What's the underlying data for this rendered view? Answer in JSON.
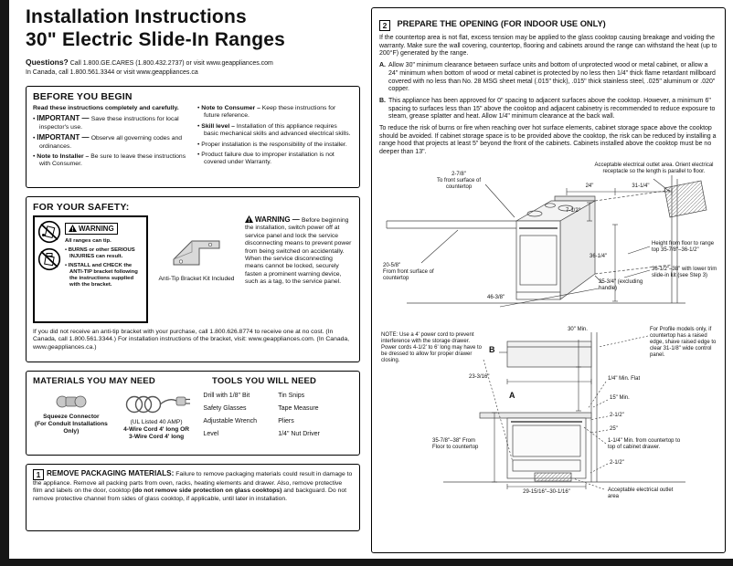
{
  "header": {
    "title_line1": "Installation Instructions",
    "title_line2": "30\" Electric Slide-In Ranges",
    "questions_lead": "Questions?",
    "questions_rest": " Call 1.800.GE.CARES (1.800.432.2737) or visit www.geappliances.com",
    "questions_canada": "In Canada, call 1.800.561.3344 or visit www.geappliances.ca"
  },
  "before_you_begin": {
    "title": "BEFORE YOU BEGIN",
    "intro": "Read these instructions completely and carefully.",
    "left_items": [
      {
        "lead": "IMPORTANT — ",
        "text": "Save these instructions for local inspector's use."
      },
      {
        "lead": "IMPORTANT — ",
        "text": "Observe all governing codes and ordinances."
      },
      {
        "lead": "Note to Installer – ",
        "text": "Be sure to leave these instructions with Consumer."
      }
    ],
    "right_items": [
      {
        "lead": "Note to Consumer – ",
        "text": "Keep these instructions for future reference."
      },
      {
        "lead": "Skill level – ",
        "text": "Installation of this appliance requires basic mechanical skills and advanced electrical skills."
      },
      {
        "lead": "",
        "text": "Proper installation is the responsibility of the installer."
      },
      {
        "lead": "",
        "text": "Product failure due to improper installation is not covered under Warranty."
      }
    ]
  },
  "safety": {
    "title": "FOR YOUR SAFETY:",
    "warning_label": "WARNING",
    "warn_lines": [
      "All ranges can tip.",
      "BURNS or other SERIOUS INJURIES can result.",
      "INSTALL and CHECK the ANTI-TIP bracket following the instructions supplied with the bracket."
    ],
    "bracket_caption": "Anti-Tip Bracket Kit Included",
    "warning2_label": "WARNING — ",
    "warning2_text": "Before beginning the installation, switch power off at service panel and lock the service disconnecting means to prevent power from being switched on accidentally. When the service disconnecting means cannot be locked, securely fasten a prominent warning device, such as a tag, to the service panel.",
    "footer": "If you did not receive an anti-tip bracket with your purchase, call 1.800.626.8774 to receive one at no cost. (In Canada, call 1.800.561.3344.) For installation instructions of the bracket, visit: www.geappliances.com. (In Canada, www.geappliances.ca.)"
  },
  "materials": {
    "title_materials": "MATERIALS YOU MAY NEED",
    "title_tools": "TOOLS YOU WILL NEED",
    "connector_name": "Squeeze Connector",
    "connector_note": "(For Conduit Installations Only)",
    "cord_note": "(UL Listed 40 AMP)",
    "cord_line1": "4-Wire Cord 4' long OR",
    "cord_line2": "3-Wire Cord 4' long",
    "tools_col1": [
      "Drill with 1/8\" Bit",
      "Safety Glasses",
      "Adjustable Wrench",
      "Level"
    ],
    "tools_col2": [
      "Tin Snips",
      "Tape Measure",
      "Pliers",
      "1/4\" Nut Driver"
    ]
  },
  "step1": {
    "number": "1",
    "title": "REMOVE PACKAGING MATERIALS:",
    "text1": " Failure to remove packaging materials could result in damage to the appliance. Remove all packing parts from oven, racks, heating elements and drawer. Also, remove protective film and labels on the door, cooktop ",
    "bold": "(do not remove side protection on glass cooktops)",
    "text2": " and backguard. Do not remove protective channel from sides of glass cooktop, if applicable, until later in installation."
  },
  "step2": {
    "number": "2",
    "title": "PREPARE THE OPENING (FOR INDOOR USE ONLY)",
    "intro": "If the countertop area is not flat, excess tension may be applied to the glass cooktop causing breakage and voiding the warranty. Make sure the wall covering, countertop, flooring and cabinets around the range can withstand the heat (up to 200°F) generated by the range.",
    "item_a_lead": "A.",
    "item_a": "Allow 30\" minimum clearance between surface units and bottom of unprotected wood or metal cabinet, or allow a 24\" minimum when bottom of wood or metal cabinet is protected by no less then 1/4\" thick flame retardant millboard covered with no less than No. 28 MSG sheet metal (.015\" thick), .015\" thick stainless steel, .025\" aluminum or .020\" copper.",
    "item_b_lead": "B.",
    "item_b": "This appliance has been approved for 0\" spacing to adjacent surfaces above the cooktop. However, a minimum 6\" spacing to surfaces less than 15\" above the cooktop and adjacent cabinetry is recommended to reduce exposure to steam, grease splatter and heat. Allow 1/4\" minimum clearance at the back wall.",
    "para": "To reduce the risk of burns or fire when reaching over hot surface elements, cabinet storage space above the cooktop should be avoided. If cabinet storage space is to be provided above the cooktop, the risk can be reduced by installing a range hood that projects at least 5\" beyond the front of the cabinets. Cabinets installed above the cooktop must be no deeper than 13\"."
  },
  "diagram1": {
    "outlet_note": "Acceptable electrical outlet area. Orient electrical receptacle so the length is parallel to floor.",
    "dim_2_7_8": "2-7/8\"",
    "dim_2_7_8_sub": "To front surface of countertop",
    "dim_24": "24\"",
    "dim_31_1_4": "31-1/4\"",
    "dim_7_1_2": "7-1/2\"",
    "dim_36_1_4": "36-1/4\"",
    "height_note": "Height from floor to range top 35-7/8\"–36-1/2\"",
    "trim_note": "36-1/2\"–38\" with lower trim slide-in kit (see Step 3)",
    "dim_20_5_8": "20-5/8\"",
    "dim_20_5_8_sub": "From front surface of countertop",
    "dim_46_3_8": "46-3/8\"",
    "dim_25_3_4": "25-3/4\" (excluding handle)"
  },
  "diagram2": {
    "note": "NOTE: Use a 4' power cord to prevent interference with the storage drawer. Power cords 4-1/2' to 6' long may have to be dressed to allow for proper drawer closing.",
    "profile_note": "For Profile models only, if countertop has a raised edge, shave raised edge to clear 31-1/8\" wide control panel.",
    "dim_30_min": "30\" Min.",
    "label_b": "B",
    "label_a": "A",
    "dim_23_3_16": "23-3/16\"",
    "dim_quarter_flat": "1/4\" Min. Flat",
    "dim_15_min": "15\" Min.",
    "dim_2_1_2_a": "2-1/2\"",
    "dim_25": "25\"",
    "dim_1_1_4": "1-1/4\" Min. from countertop to top of cabinet drawer.",
    "floor_note": "35-7/8\"–38\" From Floor to countertop",
    "dim_2_1_2_b": "2-1/2\"",
    "dim_29_30": "29-15/16\"–30-1/16\"",
    "outlet_note": "Acceptable electrical outlet area"
  }
}
